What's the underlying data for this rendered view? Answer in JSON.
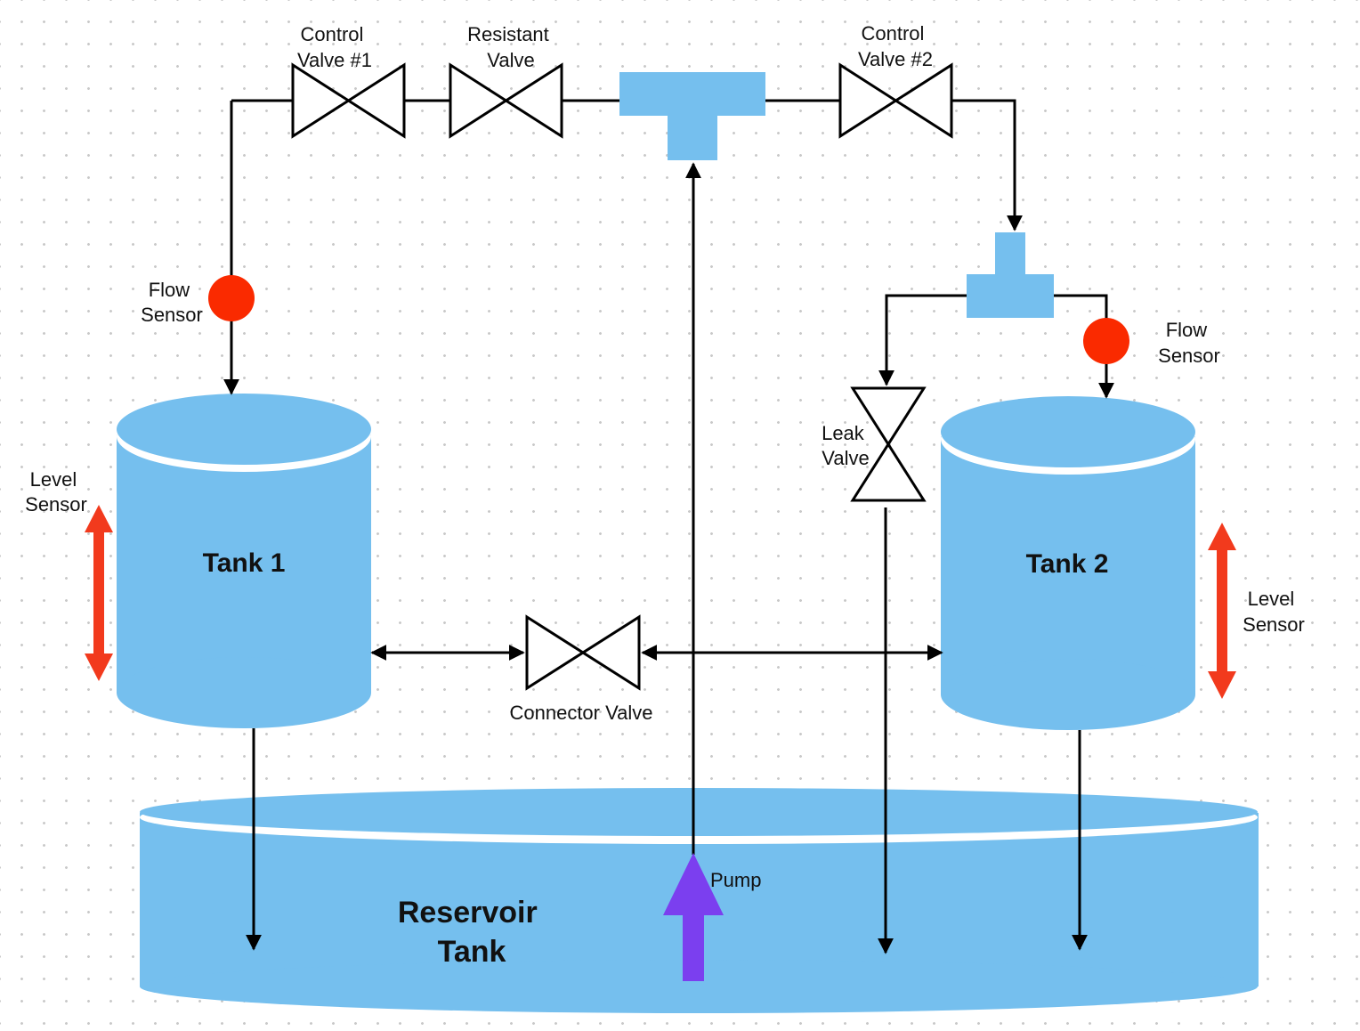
{
  "labels": {
    "control_valve_1": [
      "Control",
      "Valve #1"
    ],
    "resistant_valve": [
      "Resistant",
      "Valve"
    ],
    "control_valve_2": [
      "Control",
      "Valve #2"
    ],
    "flow_sensor_left": [
      "Flow",
      "Sensor"
    ],
    "flow_sensor_right": [
      "Flow",
      "Sensor"
    ],
    "level_sensor_left": [
      "Level",
      "Sensor"
    ],
    "level_sensor_right": [
      "Level",
      "Sensor"
    ],
    "leak_valve": [
      "Leak",
      "Valve"
    ],
    "connector_valve": "Connector Valve",
    "tank1": "Tank 1",
    "tank2": "Tank 2",
    "reservoir": [
      "Reservoir",
      "Tank"
    ],
    "pump": "Pump"
  },
  "colors": {
    "water": "#75bfee",
    "sensor_red": "#fa2a00",
    "level_arrow_red": "#f23a1d",
    "pump_purple": "#7b3fef",
    "line": "#000000"
  }
}
